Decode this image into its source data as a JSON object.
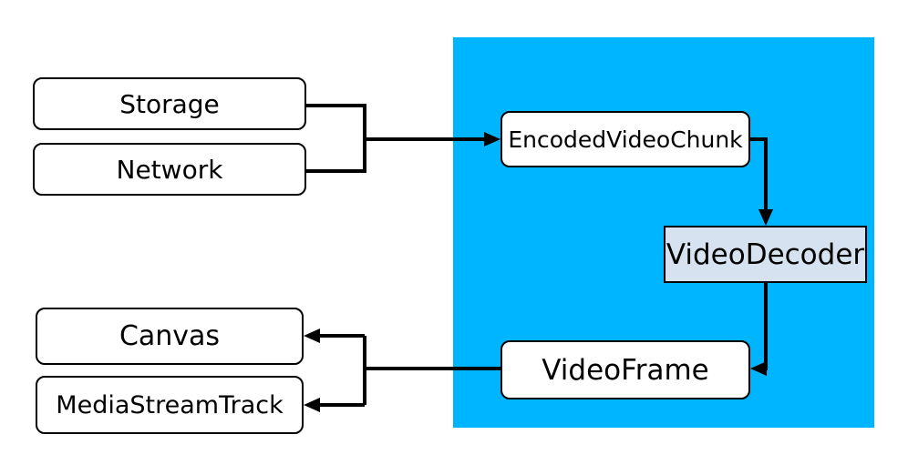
{
  "diagram": {
    "nodes": {
      "storage": {
        "label": "Storage"
      },
      "network": {
        "label": "Network"
      },
      "encoded_video_chunk": {
        "label": "EncodedVideoChunk"
      },
      "video_decoder": {
        "label": "VideoDecoder"
      },
      "video_frame": {
        "label": "VideoFrame"
      },
      "canvas": {
        "label": "Canvas"
      },
      "media_stream_track": {
        "label": "MediaStreamTrack"
      }
    },
    "edges": [
      {
        "from": "Storage",
        "to": "EncodedVideoChunk"
      },
      {
        "from": "Network",
        "to": "EncodedVideoChunk"
      },
      {
        "from": "EncodedVideoChunk",
        "to": "VideoDecoder"
      },
      {
        "from": "VideoDecoder",
        "to": "VideoFrame"
      },
      {
        "from": "VideoFrame",
        "to": "Canvas"
      },
      {
        "from": "VideoFrame",
        "to": "MediaStreamTrack"
      }
    ],
    "colors": {
      "highlight_region": "#00b5ff",
      "node_fill": "#ffffff",
      "decoder_fill": "#d6e2f0",
      "border": "#000000",
      "connector": "#000000",
      "text": "#000000"
    }
  }
}
